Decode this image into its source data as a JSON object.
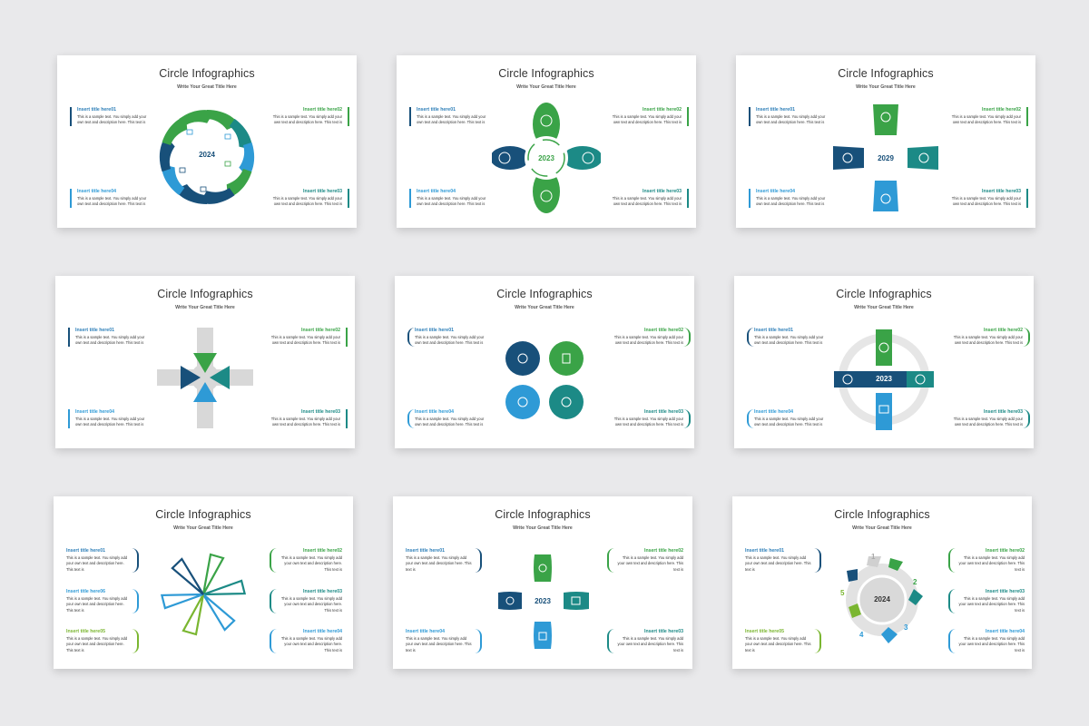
{
  "colors": {
    "navy": "#18507a",
    "green": "#3aa347",
    "lightblue": "#2e9ad6",
    "teal": "#1c8a86",
    "lime": "#7ab630",
    "grey": "#d8d8d8"
  },
  "slides": [
    {
      "title": "Circle Infographics",
      "subtitle": "Write Your Great Title Here",
      "center": "2024",
      "items": [
        {
          "title": "Insert title here01",
          "body": "This is a sample text. You simply add your own text and description here. This text is"
        },
        {
          "title": "Insert title here02",
          "body": "This is a sample text. You simply add your own text and description here. This text is"
        },
        {
          "title": "Insert title here04",
          "body": "This is a sample text. You simply add your own text and description here. This text is"
        },
        {
          "title": "Insert title here03",
          "body": "This is a sample text. You simply add your own text and description here. This text is"
        }
      ]
    },
    {
      "title": "Circle Infographics",
      "subtitle": "Write Your Great Title Here",
      "center": "2023",
      "items": [
        {
          "title": "Insert title here01",
          "body": "This is a sample text. You simply add your own text and description here. This text is"
        },
        {
          "title": "Insert title here02",
          "body": "This is a sample text. You simply add your own text and description here. This text is"
        },
        {
          "title": "Insert title here04",
          "body": "This is a sample text. You simply add your own text and description here. This text is"
        },
        {
          "title": "Insert title here03",
          "body": "This is a sample text. You simply add your own text and description here. This text is"
        }
      ]
    },
    {
      "title": "Circle Infographics",
      "subtitle": "Write Your Great Title Here",
      "center": "2029",
      "items": [
        {
          "title": "Insert title here01",
          "body": "This is a sample text. You simply add your own text and description here. This text is"
        },
        {
          "title": "Insert title here02",
          "body": "This is a sample text. You simply add your own text and description here. This text is"
        },
        {
          "title": "Insert title here04",
          "body": "This is a sample text. You simply add your own text and description here. This text is"
        },
        {
          "title": "Insert title here03",
          "body": "This is a sample text. You simply add your own text and description here. This text is"
        }
      ]
    },
    {
      "title": "Circle Infographics",
      "subtitle": "Write Your Great Title Here",
      "items": [
        {
          "title": "Insert title here01",
          "body": "This is a sample text. You simply add your own text and description here. This text is"
        },
        {
          "title": "Insert title here02",
          "body": "This is a sample text. You simply add your own text and description here. This text is"
        },
        {
          "title": "Insert title here04",
          "body": "This is a sample text. You simply add your own text and description here. This text is"
        },
        {
          "title": "Insert title here03",
          "body": "This is a sample text. You simply add your own text and description here. This text is"
        }
      ]
    },
    {
      "title": "Circle Infographics",
      "subtitle": "Write Your Great Title Here",
      "items": [
        {
          "title": "Insert title here01",
          "body": "This is a sample text. You simply add your own text and description here. This text is"
        },
        {
          "title": "Insert title here02",
          "body": "This is a sample text. You simply add your own text and description here. This text is"
        },
        {
          "title": "Insert title here04",
          "body": "This is a sample text. You simply add your own text and description here. This text is"
        },
        {
          "title": "Insert title here03",
          "body": "This is a sample text. You simply add your own text and description here. This text is"
        }
      ]
    },
    {
      "title": "Circle Infographics",
      "subtitle": "Write Your Great Title Here",
      "center": "2023",
      "items": [
        {
          "title": "Insert title here01",
          "body": "This is a sample text. You simply add your own text and description here. This text is"
        },
        {
          "title": "Insert title here02",
          "body": "This is a sample text. You simply add your own text and description here. This text is"
        },
        {
          "title": "Insert title here04",
          "body": "This is a sample text. You simply add your own text and description here. This text is"
        },
        {
          "title": "Insert title here03",
          "body": "This is a sample text. You simply add your own text and description here. This text is"
        }
      ]
    },
    {
      "title": "Circle Infographics",
      "subtitle": "Write Your Great Title Here",
      "items": [
        {
          "title": "Insert title here01",
          "body": "This is a sample text. You simply add your own text and description here. This text is"
        },
        {
          "title": "Insert title here06",
          "body": "This is a sample text. You simply add your own text and description here. This text is"
        },
        {
          "title": "Insert title here05",
          "body": "This is a sample text. You simply add your own text and description here. This text is"
        },
        {
          "title": "Insert title here02",
          "body": "This is a sample text. You simply add your own text and description here. This text is"
        },
        {
          "title": "Insert title here03",
          "body": "This is a sample text. You simply add your own text and description here. This text is"
        },
        {
          "title": "Insert title here04",
          "body": "This is a sample text. You simply add your own text and description here. This text is"
        }
      ]
    },
    {
      "title": "Circle Infographics",
      "subtitle": "Write Your Great Title Here",
      "center": "2023",
      "items": [
        {
          "title": "Insert title here01",
          "body": "This is a sample text. You simply add your own text and description here. This text is"
        },
        {
          "title": "Insert title here02",
          "body": "This is a sample text. You simply add your own text and description here. This text is"
        },
        {
          "title": "Insert title here04",
          "body": "This is a sample text. You simply add your own text and description here. This text is"
        },
        {
          "title": "Insert title here03",
          "body": "This is a sample text. You simply add your own text and description here. This text is"
        }
      ]
    },
    {
      "title": "Circle Infographics",
      "subtitle": "Write Your Great Title Here",
      "center": "2024",
      "numbers": [
        "1",
        "2",
        "3",
        "4",
        "5"
      ],
      "items": [
        {
          "title": "Insert title here01",
          "body": "This is a sample text. You simply add your own text and description here. This text is"
        },
        {
          "title": "Insert title here02",
          "body": "This is a sample text. You simply add your own text and description here. This text is"
        },
        {
          "title": "Insert title here03",
          "body": "This is a sample text. You simply add your own text and description here. This text is"
        },
        {
          "title": "Insert title here05",
          "body": "This is a sample text. You simply add your own text and description here. This text is"
        },
        {
          "title": "Insert title here04",
          "body": "This is a sample text. You simply add your own text and description here. This text is"
        }
      ]
    }
  ]
}
